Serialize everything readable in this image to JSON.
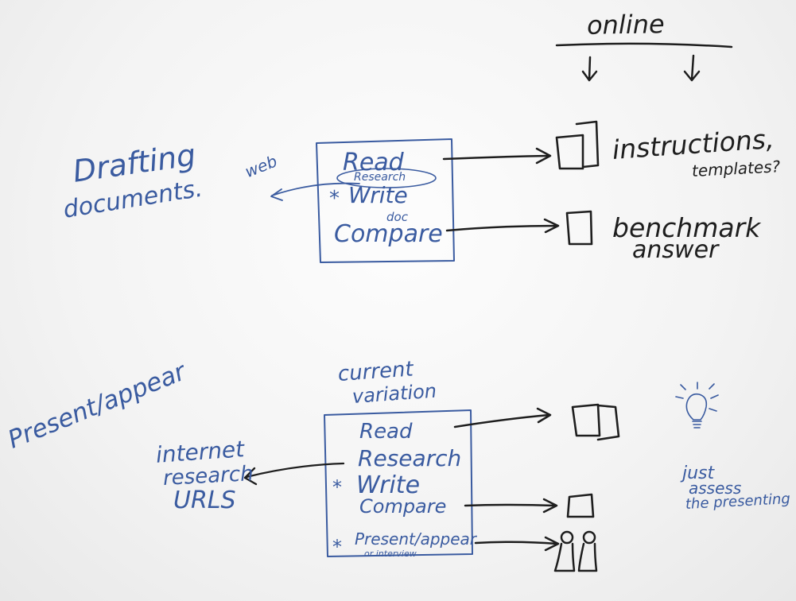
{
  "colors": {
    "blue_marker": "#3a5ba0",
    "black_marker": "#1e1e1e",
    "board": "#f6f6f6"
  },
  "header": {
    "online": "online"
  },
  "top_section": {
    "title_line1": "Drafting",
    "title_line2": "documents.",
    "web_label": "web",
    "box_items": {
      "read": "Read",
      "research": "Research",
      "write": "Write",
      "doc": "doc",
      "compare": "Compare"
    },
    "star": "*",
    "outputs": {
      "instructions": "instructions,",
      "templates": "templates?",
      "benchmark": "benchmark",
      "answer": "answer"
    }
  },
  "bottom_section": {
    "title": "Present/appear",
    "variation_line1": "current",
    "variation_line2": "variation",
    "left_label_line1": "internet",
    "left_label_line2": "research",
    "left_label_line3": "URLS",
    "box_items": {
      "read": "Read",
      "research": "Research",
      "write": "Write",
      "compare": "Compare",
      "present": "Present/appear",
      "interview": "or interview"
    },
    "star": "*",
    "note_line1": "just",
    "note_line2": "assess",
    "note_line3": "the presenting"
  }
}
